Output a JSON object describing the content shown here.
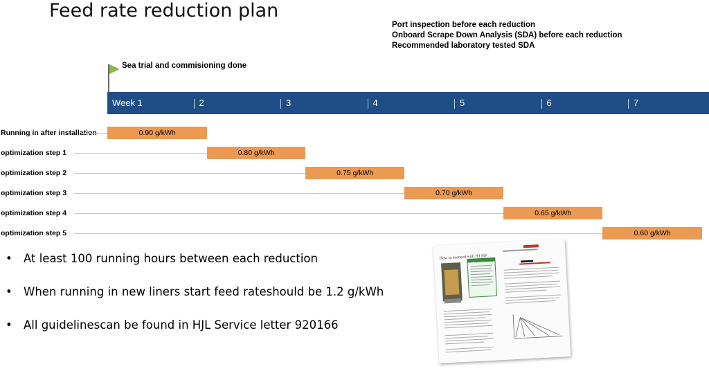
{
  "title": "Feed rate reduction plan",
  "notes": [
    "Port inspection before each reduction",
    "Onboard Scrape Down Analysis (SDA) before each reduction",
    "Recommended laboratory tested SDA"
  ],
  "milestone": {
    "label": "Sea trial and commisioning done",
    "icon": "flag-icon",
    "color": "#8ab84a"
  },
  "timeline": {
    "color": "#1f4e87",
    "weeks": [
      "Week 1",
      "2",
      "3",
      "4",
      "5",
      "6",
      "7"
    ]
  },
  "steps": [
    {
      "label": "Running in after installation",
      "value": "0.90 g/kWh",
      "start_week": 1.0,
      "end_week": 2.15
    },
    {
      "label": "optimization step 1",
      "value": "0.80 g/kWh",
      "start_week": 2.15,
      "end_week": 3.28
    },
    {
      "label": "optimization step 2",
      "value": "0.75 g/kWh",
      "start_week": 3.28,
      "end_week": 4.42
    },
    {
      "label": "optimization step 3",
      "value": "0.70 g/kWh",
      "start_week": 4.42,
      "end_week": 5.56
    },
    {
      "label": "optimization step 4",
      "value": "0.65 g/kWh",
      "start_week": 5.56,
      "end_week": 6.7
    },
    {
      "label": "optimization step 5",
      "value": "0.60 g/kWh",
      "start_week": 6.7,
      "end_week": 7.85
    }
  ],
  "bar_color": "#eb9a53",
  "bullets": [
    "At least 100 running hours  between each reduction",
    "When running in new liners start feed rateshould be 1.2 g/kWh",
    "All guidelinescan be found in HJL Service letter 920166"
  ],
  "document_thumbnail": {
    "heading": "How to succeed with HJ SIP",
    "icon": "service-letter-document-icon"
  }
}
